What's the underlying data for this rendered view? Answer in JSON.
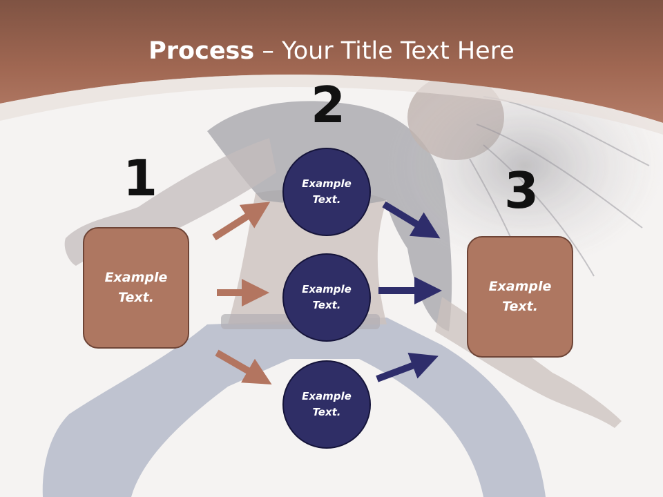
{
  "title": {
    "bold": "Process",
    "rest": " – Your Title Text Here"
  },
  "steps": [
    {
      "number": "1",
      "box_text": "Example Text."
    },
    {
      "number": "2",
      "circles": [
        "Example Text.",
        "Example Text.",
        "Example Text."
      ]
    },
    {
      "number": "3",
      "box_text": "Example Text."
    }
  ],
  "colors": {
    "header": "#a56a55",
    "box_fill": "#ae7761",
    "circle_fill": "#2f2e66",
    "arrow_left": "#b37560",
    "arrow_right": "#2e2d6b"
  }
}
